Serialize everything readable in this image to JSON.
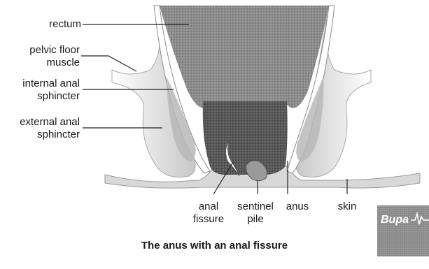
{
  "labels": {
    "rectum": "rectum",
    "pelvic_floor": [
      "pelvic floor",
      "muscle"
    ],
    "internal_sphincter": [
      "internal anal",
      "sphincter"
    ],
    "external_sphincter": [
      "external anal",
      "sphincter"
    ],
    "anal_fissure": [
      "anal",
      "fissure"
    ],
    "sentinel_pile": [
      "sentinel",
      "pile"
    ],
    "anus": "anus",
    "skin": "skin"
  },
  "caption": "The anus with an anal fissure",
  "logo": {
    "text": "Bupa",
    "icon": "heartbeat-line-icon"
  }
}
